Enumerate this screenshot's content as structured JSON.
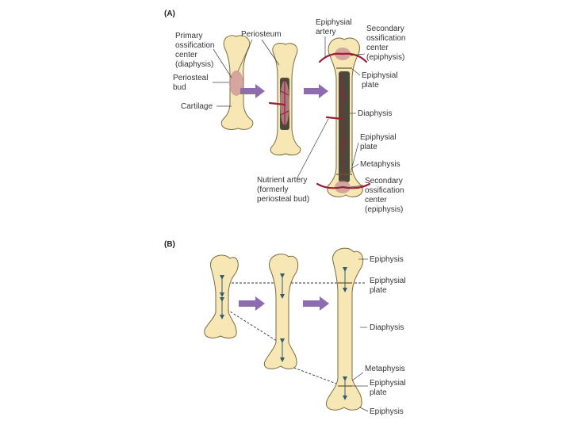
{
  "colors": {
    "bone": "#f6e7b4",
    "artery": "#9c1f3a",
    "flow_arrow": "#8f6bb0",
    "growth_arrow": "#86b6cc"
  },
  "panel_a": {
    "tag": "(A)",
    "labels": {
      "primary_ossification": [
        "Primary",
        "ossification",
        "center",
        "(diaphysis)"
      ],
      "periosteal_bud": [
        "Periosteal",
        "bud"
      ],
      "cartilage": "Cartilage",
      "periosteum": "Periosteum",
      "epiphysial_artery": [
        "Epiphysial",
        "artery"
      ],
      "secondary_ossification_top": [
        "Secondary",
        "ossification",
        "center",
        "(epiphysis)"
      ],
      "epiphysial_plate_top": [
        "Epiphysial",
        "plate"
      ],
      "diaphysis": "Diaphysis",
      "epiphysial_plate_mid": [
        "Epiphysial",
        "plate"
      ],
      "metaphysis": "Metaphysis",
      "nutrient_artery": [
        "Nutrient artery",
        "(formerly",
        "periosteal bud)"
      ],
      "secondary_ossification_bottom": [
        "Secondary",
        "ossification",
        "center",
        "(epiphysis)"
      ]
    }
  },
  "panel_b": {
    "tag": "(B)",
    "labels": {
      "epiphysis_top": "Epiphysis",
      "epiphysial_plate_top": [
        "Epiphysial",
        "plate"
      ],
      "diaphysis": "Diaphysis",
      "metaphysis": "Metaphysis",
      "epiphysial_plate_bottom": [
        "Epiphysial",
        "plate"
      ],
      "epiphysis_bottom": "Epiphysis"
    }
  }
}
